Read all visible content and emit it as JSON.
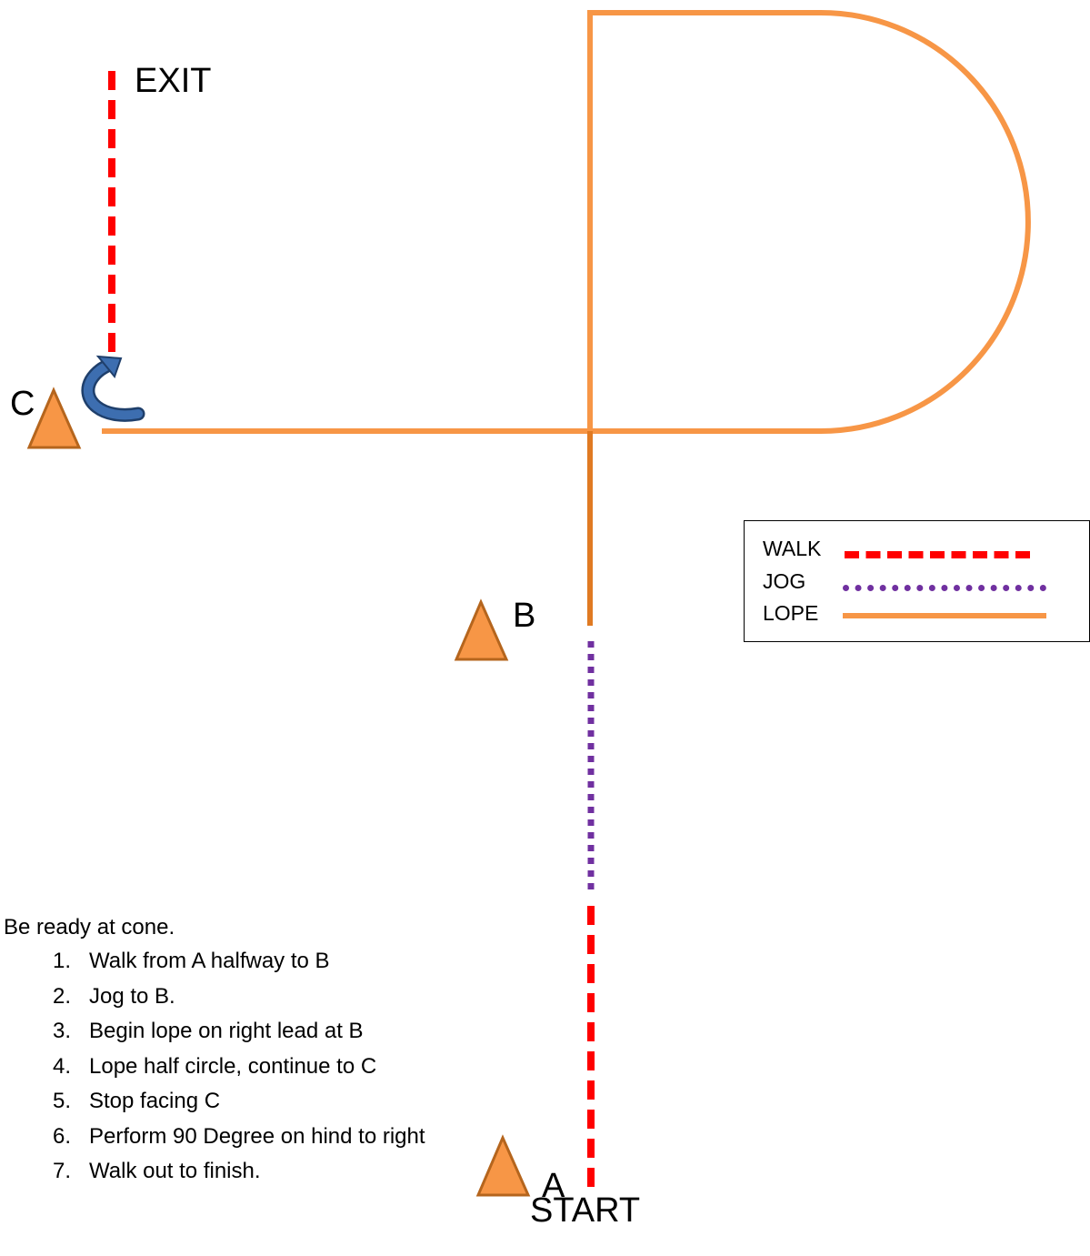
{
  "labels": {
    "exit": "EXIT",
    "start": "START",
    "cone_a": "A",
    "cone_b": "B",
    "cone_c": "C"
  },
  "legend": {
    "walk": "WALK",
    "jog": "JOG",
    "lope": "LOPE"
  },
  "instructions": {
    "intro": "Be ready at cone.",
    "steps": [
      {
        "num": "1.",
        "text": "Walk from A halfway to B"
      },
      {
        "num": "2.",
        "text": "Jog to B."
      },
      {
        "num": "3.",
        "text": "Begin lope on right lead at B"
      },
      {
        "num": "4.",
        "text": "Lope half circle, continue to C"
      },
      {
        "num": "5.",
        "text": "Stop facing C"
      },
      {
        "num": "6.",
        "text": "Perform 90 Degree on hind to right"
      },
      {
        "num": "7.",
        "text": "Walk out to finish."
      }
    ]
  },
  "colors": {
    "walk": "#ff0000",
    "jog": "#7030a0",
    "lope": "#f79646",
    "cone_fill": "#f79646",
    "cone_stroke": "#b5651d",
    "turn_arrow": "#2e5f9e"
  }
}
